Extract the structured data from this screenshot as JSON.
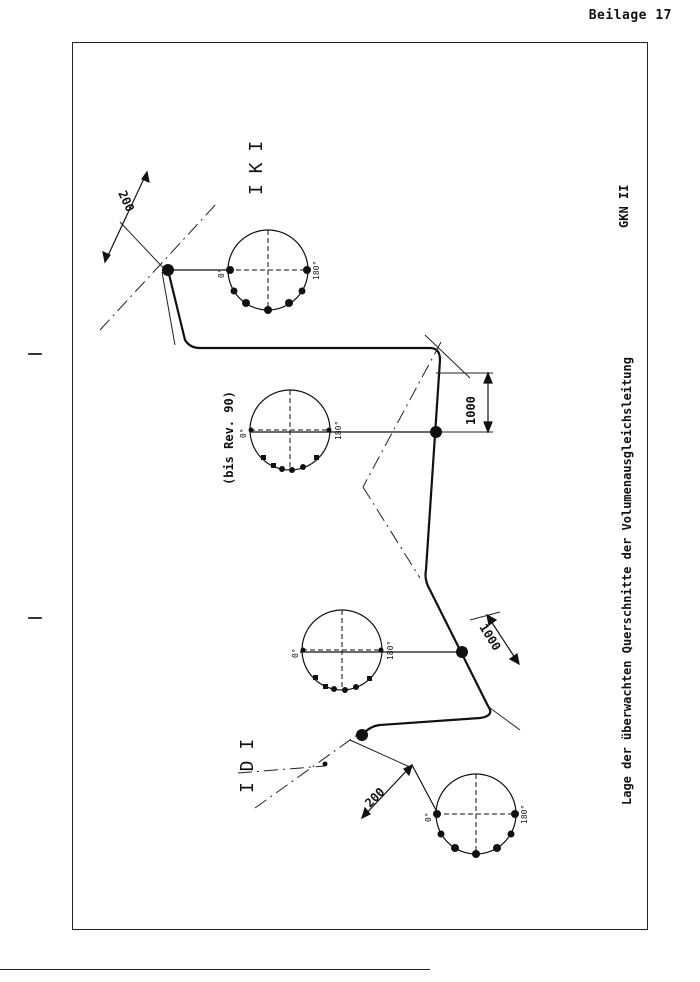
{
  "page": {
    "label": "Beilage 17",
    "title": "Lage der überwachten Querschnitte der Volumenausgleichsleitung",
    "plant": "GKN II",
    "revision_note": "(bis Rev. 90)"
  },
  "diagram": {
    "section_labels": [
      "I K I",
      "I D I"
    ],
    "dimensions": [
      "200",
      "1000",
      "1000",
      "200"
    ],
    "angle_labels": {
      "zero": "0°",
      "one_eighty": "180°"
    }
  }
}
